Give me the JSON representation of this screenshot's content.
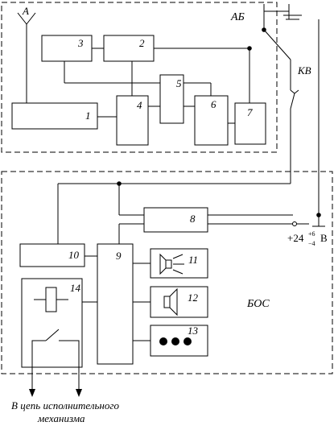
{
  "regions": {
    "ab": {
      "label": "АБ"
    },
    "bos": {
      "label": "БОС"
    }
  },
  "antenna": {
    "label": "А"
  },
  "switch": {
    "label": "КВ"
  },
  "blocks": {
    "b1": "1",
    "b2": "2",
    "b3": "3",
    "b4": "4",
    "b5": "5",
    "b6": "6",
    "b7": "7",
    "b8": "8",
    "b9": "9",
    "b10": "10",
    "b11": "11",
    "b12": "12",
    "b13": "13",
    "b14": "14"
  },
  "power": {
    "prefix": "+24",
    "sup_plus": "+6",
    "sup_minus": "−4",
    "unit": "В"
  },
  "caption": {
    "line1": "В цепь исполнительного",
    "line2": "механизма"
  }
}
